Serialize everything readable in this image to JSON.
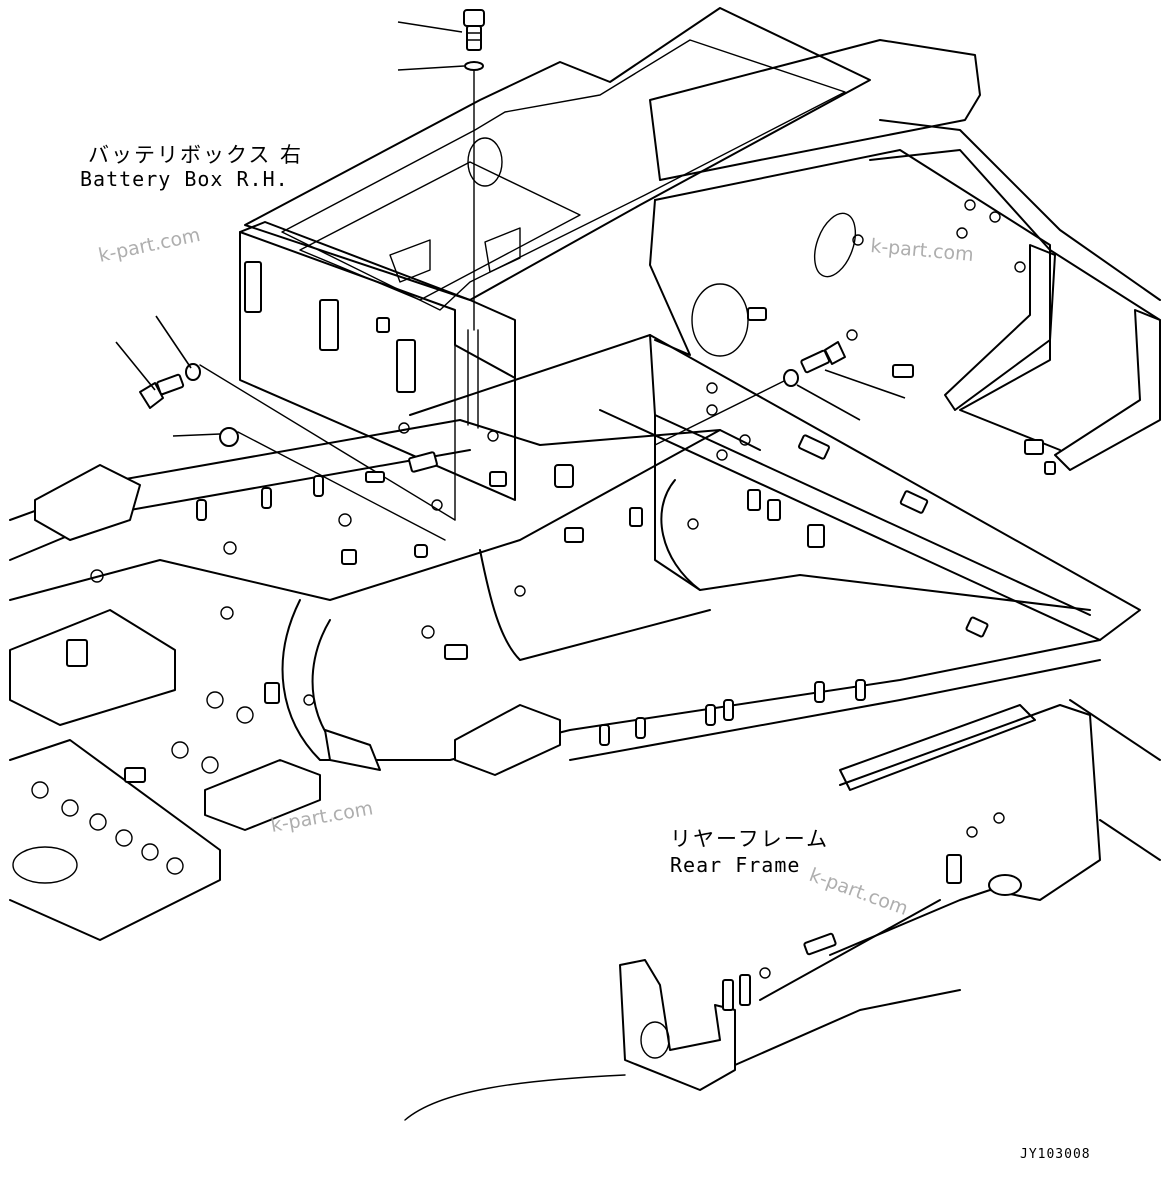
{
  "labels": {
    "battery_box_jp": "バッテリボックス 右",
    "battery_box_en": "Battery Box R.H.",
    "rear_frame_jp": "リヤーフレーム",
    "rear_frame_en": "Rear Frame",
    "drawing_code": "JY103008"
  },
  "watermarks": [
    "k-part.com",
    "k-part.com",
    "k-part.com",
    "k-part.com"
  ]
}
